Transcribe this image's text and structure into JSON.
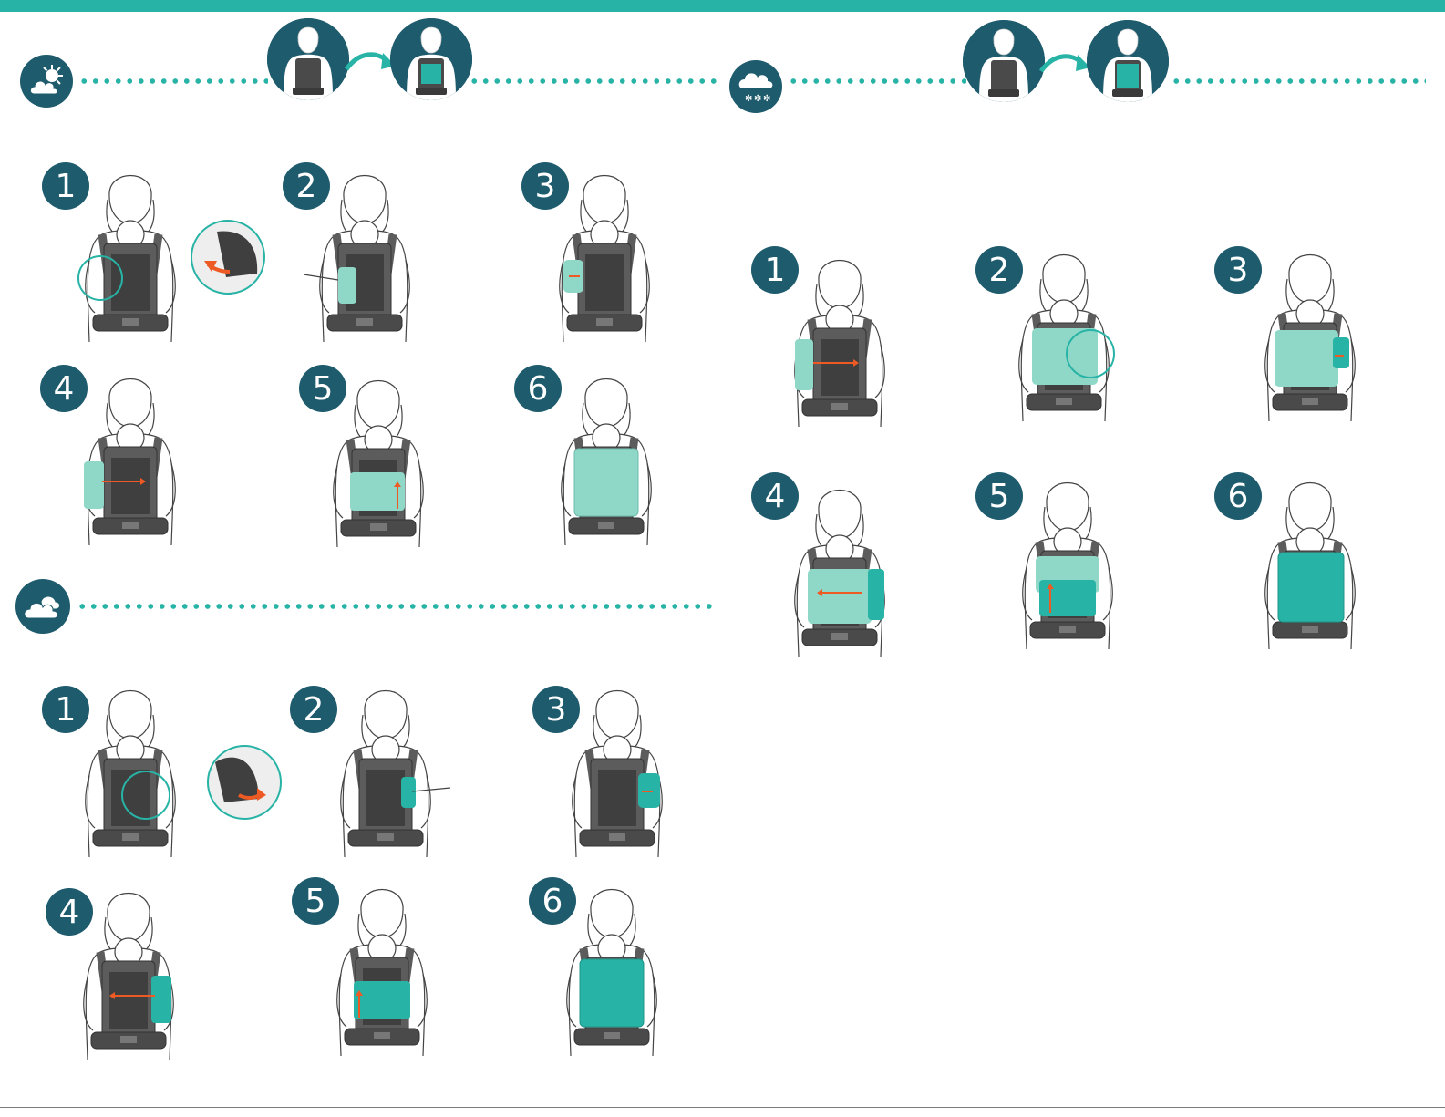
{
  "colors": {
    "teal_bar": "#27b3a5",
    "navy": "#1d5b6d",
    "carrier_dark": "#5c5c5c",
    "cover_light": "#8fd8c8",
    "cover_dark": "#27b3a5",
    "arrow": "#ee5a24"
  },
  "icons": {
    "summer": "sun-cloud-icon",
    "mild": "cloud-icon",
    "winter": "snow-cloud-icon"
  },
  "sections": {
    "summer": {
      "steps": [
        "1",
        "2",
        "3",
        "4",
        "5",
        "6"
      ]
    },
    "mild": {
      "steps": [
        "1",
        "2",
        "3",
        "4",
        "5",
        "6"
      ]
    },
    "winter": {
      "steps": [
        "1",
        "2",
        "3",
        "4",
        "5",
        "6"
      ]
    }
  }
}
